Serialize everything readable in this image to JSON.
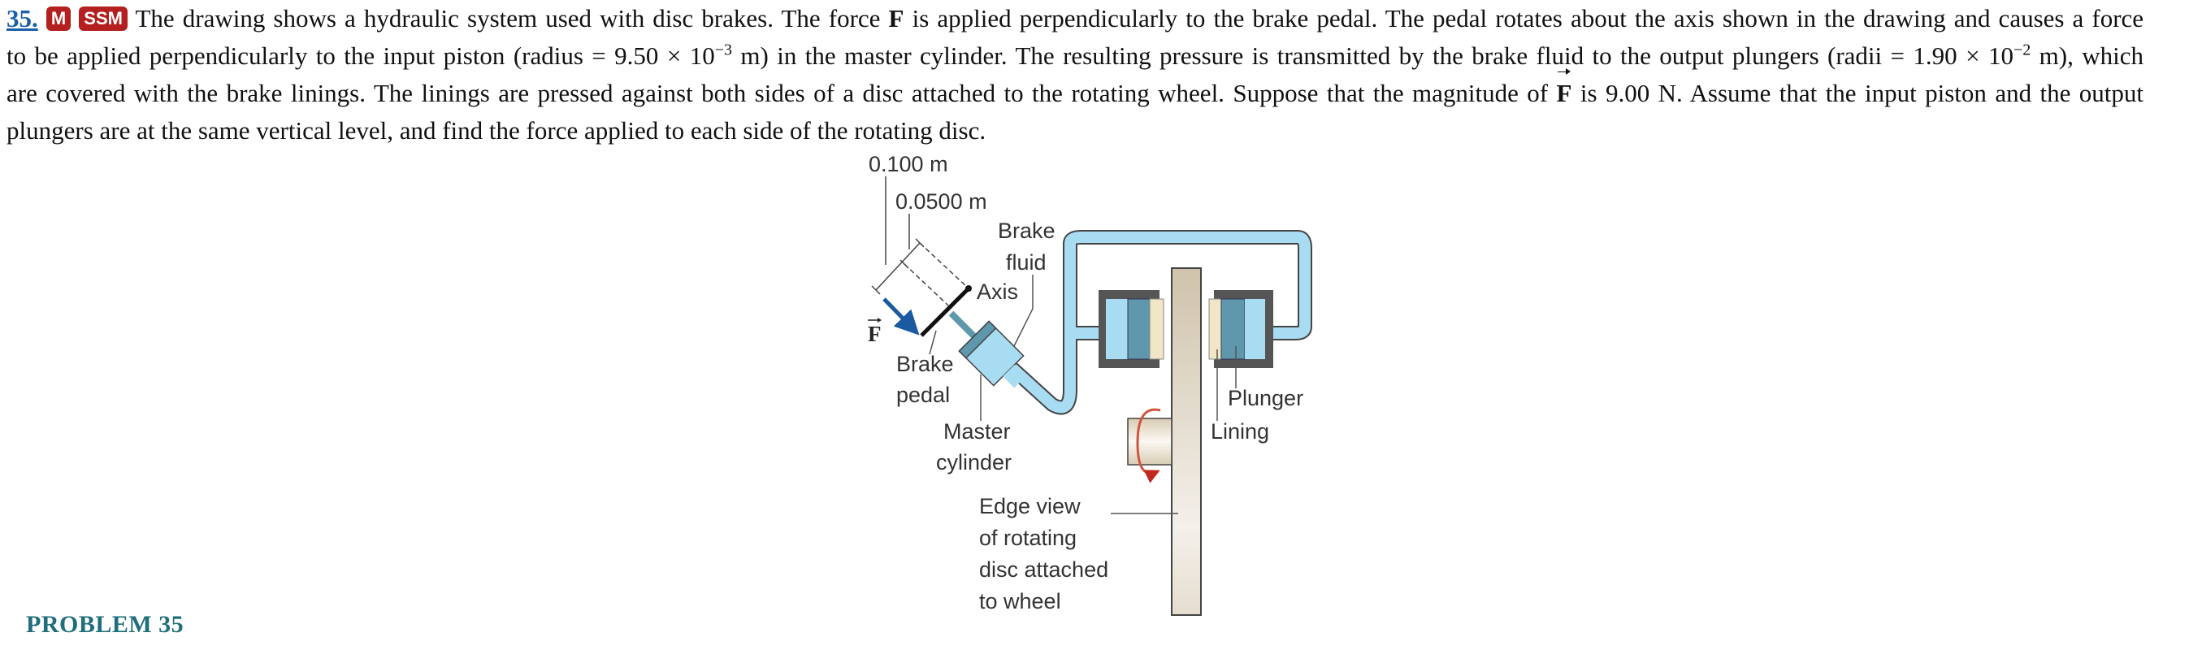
{
  "problem": {
    "number": "35.",
    "badges": [
      "M",
      "SSM"
    ],
    "lines": [
      "The drawing shows a hydraulic system used with disc brakes. The force",
      "F",
      "is applied perpendicularly to the brake pedal. The pedal rotates about the axis shown in the drawing and causes a force",
      "to be applied perpendicularly to the input piston (radius = 9.50 × 10",
      "−3",
      "m) in the master cylinder. The resulting pressure is transmitted by the brake fluid to the output plungers (radii = 1.90 × 10",
      "−2",
      "m), which",
      "are covered with the brake linings. The linings are pressed against both sides of a disc attached to the rotating wheel. Suppose that the magnitude of",
      "F",
      "is 9.00 N. Assume that the input piston and the output",
      "plungers are at the same vertical level, and find the force applied to each side of the rotating disc."
    ]
  },
  "figure": {
    "dim_long": "0.100 m",
    "dim_short": "0.0500 m",
    "force_symbol": "F",
    "brake_fluid": [
      "Brake",
      "fluid"
    ],
    "axis": "Axis",
    "brake_pedal": [
      "Brake",
      "pedal"
    ],
    "master_cylinder": [
      "Master",
      "cylinder"
    ],
    "plunger": "Plunger",
    "lining": "Lining",
    "edge_view": [
      "Edge view",
      "of rotating",
      "disc attached",
      "to wheel"
    ],
    "colors": {
      "fluid": "#a8dcf2",
      "plunger": "#5f97ad",
      "lining": "#f1e6c6",
      "caliper": "#555555",
      "disc": "#d4c9b4",
      "force_arrow": "#1a5aa0",
      "rotation_arrow": "#d0553f"
    }
  },
  "caption": "PROBLEM 35"
}
